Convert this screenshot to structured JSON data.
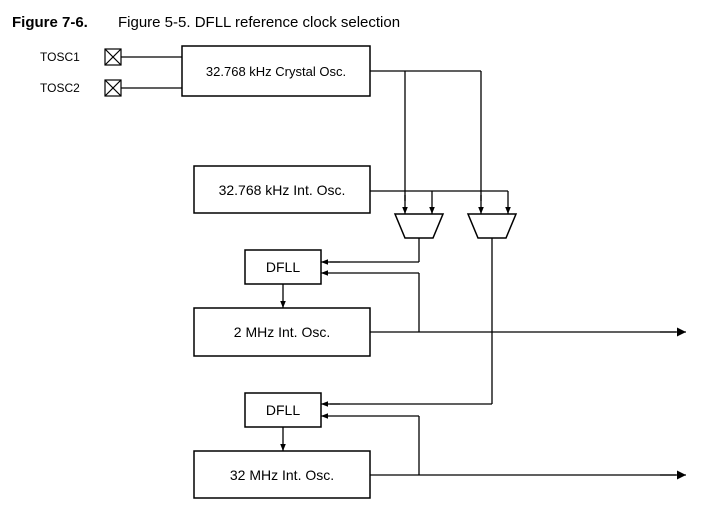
{
  "figure": {
    "number": "Figure 7-6.",
    "title": "Figure 5-5. DFLL reference clock selection"
  },
  "pins": {
    "tosc1": "TOSC1",
    "tosc2": "TOSC2"
  },
  "blocks": {
    "crystal_osc": "32.768 kHz Crystal Osc.",
    "int_osc_32k": "32.768 kHz Int. Osc.",
    "dfll_top": "DFLL",
    "osc_2mhz": "2 MHz Int. Osc.",
    "dfll_bottom": "DFLL",
    "osc_32mhz": "32 MHz Int. Osc."
  }
}
